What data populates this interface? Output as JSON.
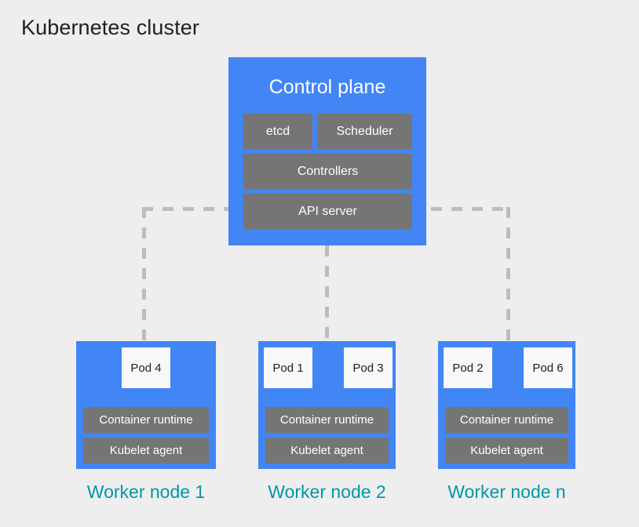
{
  "title": "Kubernetes cluster",
  "colors": {
    "background": "#eeeeee",
    "node_blue": "#4285f4",
    "component_gray": "#757575",
    "pod_white": "#f8f8f8",
    "caption_teal": "#0097a7",
    "connector_gray": "#bdbdbd",
    "title_text": "#202124"
  },
  "control_plane": {
    "title": "Control plane",
    "components": [
      {
        "label": "etcd"
      },
      {
        "label": "Scheduler"
      },
      {
        "label": "Controllers"
      },
      {
        "label": "API server"
      }
    ]
  },
  "worker_nodes": [
    {
      "caption": "Worker node 1",
      "pods": [
        {
          "label": "Pod 4"
        }
      ],
      "runtime_label": "Container runtime",
      "kubelet_label": "Kubelet agent"
    },
    {
      "caption": "Worker node 2",
      "pods": [
        {
          "label": "Pod 1"
        },
        {
          "label": "Pod 3"
        }
      ],
      "runtime_label": "Container runtime",
      "kubelet_label": "Kubelet agent"
    },
    {
      "caption": "Worker node n",
      "pods": [
        {
          "label": "Pod 2"
        },
        {
          "label": "Pod 6"
        }
      ],
      "runtime_label": "Container runtime",
      "kubelet_label": "Kubelet agent"
    }
  ],
  "connectors": [
    {
      "name": "api-server-to-worker-node-1",
      "style": "dashed"
    },
    {
      "name": "api-server-to-worker-node-2",
      "style": "dashed"
    },
    {
      "name": "api-server-to-worker-node-n",
      "style": "dashed"
    }
  ]
}
